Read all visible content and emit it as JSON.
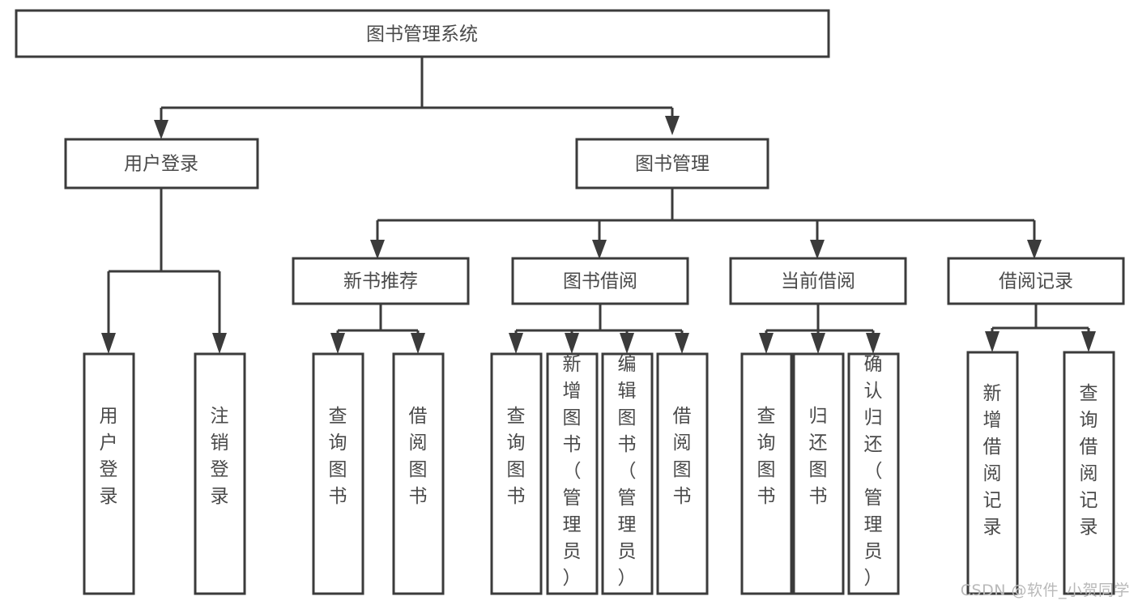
{
  "diagram": {
    "title": "图书管理系统",
    "type": "tree-hierarchy-diagram",
    "colors": {
      "stroke": "#3b3b3b",
      "box_fill": "#ffffff",
      "label": "#4a4a4a",
      "background": "#ffffff",
      "watermark": "#b9b9b9"
    },
    "root": {
      "id": "root",
      "label": "图书管理系统",
      "orientation": "horizontal"
    },
    "level2": [
      {
        "id": "user-login",
        "label": "用户登录",
        "orientation": "horizontal"
      },
      {
        "id": "book-management",
        "label": "图书管理",
        "orientation": "horizontal"
      }
    ],
    "level3": [
      {
        "id": "new-book-recommend",
        "label": "新书推荐",
        "orientation": "horizontal",
        "parent": "book-management"
      },
      {
        "id": "book-borrow",
        "label": "图书借阅",
        "orientation": "horizontal",
        "parent": "book-management"
      },
      {
        "id": "current-borrow",
        "label": "当前借阅",
        "orientation": "horizontal",
        "parent": "book-management"
      },
      {
        "id": "borrow-record",
        "label": "借阅记录",
        "orientation": "horizontal",
        "parent": "book-management"
      }
    ],
    "leaves": [
      {
        "id": "leaf-user-login",
        "label": "用户登录",
        "orientation": "vertical",
        "parent": "user-login"
      },
      {
        "id": "leaf-user-logout",
        "label": "注销登录",
        "orientation": "vertical",
        "parent": "user-login"
      },
      {
        "id": "leaf-query-book-1",
        "label": "查询图书",
        "orientation": "vertical",
        "parent": "new-book-recommend"
      },
      {
        "id": "leaf-borrow-book-1",
        "label": "借阅图书",
        "orientation": "vertical",
        "parent": "new-book-recommend"
      },
      {
        "id": "leaf-query-book-2",
        "label": "查询图书",
        "orientation": "vertical",
        "parent": "book-borrow"
      },
      {
        "id": "leaf-add-book",
        "label": "新增图书（管理员）",
        "orientation": "vertical",
        "parent": "book-borrow"
      },
      {
        "id": "leaf-edit-book",
        "label": "编辑图书（管理员）",
        "orientation": "vertical",
        "parent": "book-borrow"
      },
      {
        "id": "leaf-borrow-book-2",
        "label": "借阅图书",
        "orientation": "vertical",
        "parent": "book-borrow"
      },
      {
        "id": "leaf-query-book-3",
        "label": "查询图书",
        "orientation": "vertical",
        "parent": "current-borrow"
      },
      {
        "id": "leaf-return-book",
        "label": "归还图书",
        "orientation": "vertical",
        "parent": "current-borrow"
      },
      {
        "id": "leaf-confirm-return",
        "label": "确认归还（管理员）",
        "orientation": "vertical",
        "parent": "current-borrow"
      },
      {
        "id": "leaf-add-record",
        "label": "新增借阅记录",
        "orientation": "vertical",
        "parent": "borrow-record"
      },
      {
        "id": "leaf-query-record",
        "label": "查询借阅记录",
        "orientation": "vertical",
        "parent": "borrow-record"
      }
    ]
  },
  "watermark": {
    "text": "CSDN @软件_小贺同学"
  }
}
